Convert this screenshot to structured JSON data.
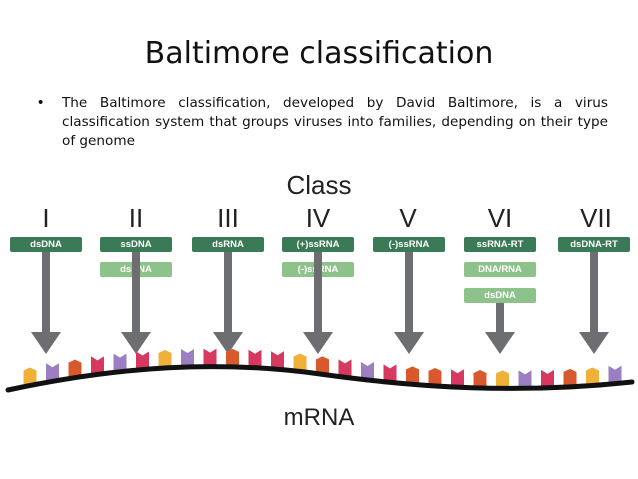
{
  "title": "Baltimore classification",
  "bullet": "The Baltimore classification, developed by David Baltimore, is a virus classification system that groups viruses into families, depending on their type of genome",
  "diagram": {
    "class_heading": "Class",
    "mrna_label": "mRNA",
    "classes": [
      {
        "numeral": "I",
        "boxes": [
          "dsDNA"
        ]
      },
      {
        "numeral": "II",
        "boxes": [
          "ssDNA",
          "dsDNA"
        ]
      },
      {
        "numeral": "III",
        "boxes": [
          "dsRNA"
        ]
      },
      {
        "numeral": "IV",
        "boxes": [
          "(+)ssRNA",
          "(-)ssRNA"
        ]
      },
      {
        "numeral": "V",
        "boxes": [
          "(-)ssRNA"
        ]
      },
      {
        "numeral": "VI",
        "boxes": [
          "ssRNA-RT",
          "DNA/RNA",
          "dsDNA"
        ]
      },
      {
        "numeral": "VII",
        "boxes": [
          "dsDNA-RT"
        ]
      }
    ],
    "colors": {
      "box_dark": "#3b7a57",
      "box_light": "#8dc28a",
      "arrow": "#6d6e71",
      "nucleotides": [
        "#f0b13a",
        "#9b7fc2",
        "#d9582c",
        "#d6385f"
      ]
    }
  }
}
